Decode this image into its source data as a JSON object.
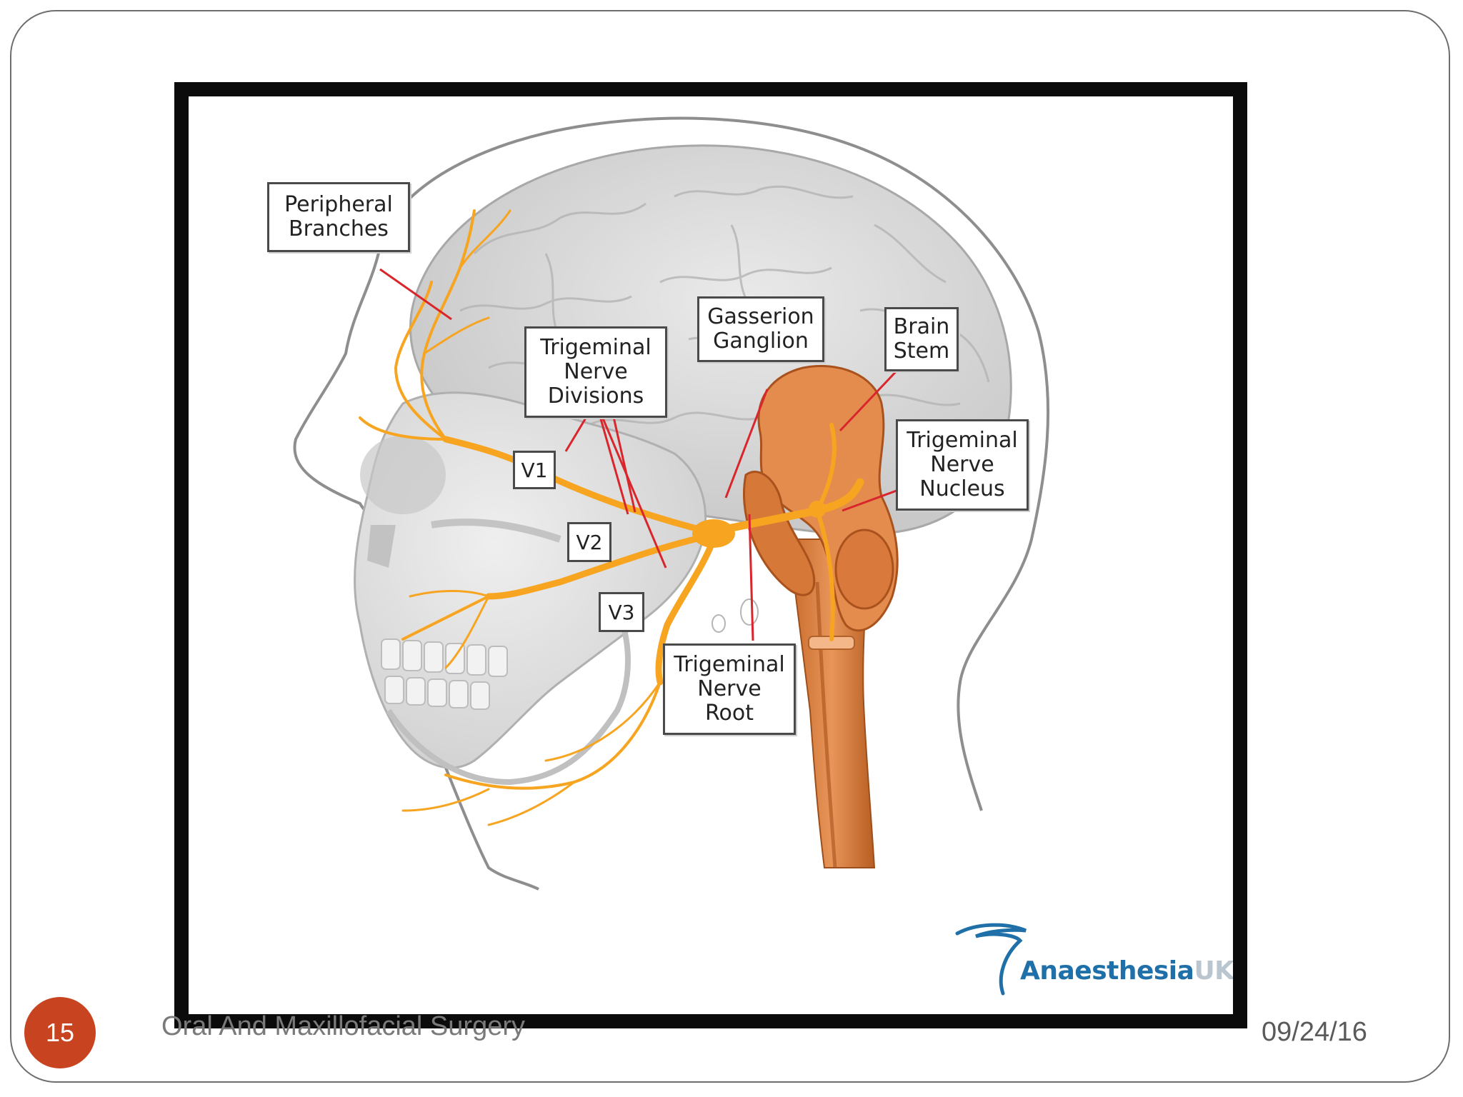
{
  "slide": {
    "number": "15",
    "footer_title": "Oral And Maxillofacial Surgery",
    "date": "09/24/16"
  },
  "diagram": {
    "labels": {
      "peripheral_branches": "Peripheral\nBranches",
      "trigeminal_nerve_divisions": "Trigeminal\nNerve\nDivisions",
      "gasserion_ganglion": "Gasserion\nGanglion",
      "brain_stem": "Brain\nStem",
      "trigeminal_nerve_nucleus": "Trigeminal\nNerve\nNucleus",
      "trigeminal_nerve_root": "Trigeminal\nNerve\nRoot",
      "v1": "V1",
      "v2": "V2",
      "v3": "V3"
    },
    "logo": {
      "main": "Anaesthesia",
      "suffix": "UK"
    },
    "colors": {
      "nerve": "#f7a521",
      "brainstem": "#d97b3a",
      "leader_line": "#d9262c",
      "head_outline": "#8e8e8e",
      "brain_fill": "#d8d8d8",
      "skull_fill": "#dedede"
    }
  }
}
